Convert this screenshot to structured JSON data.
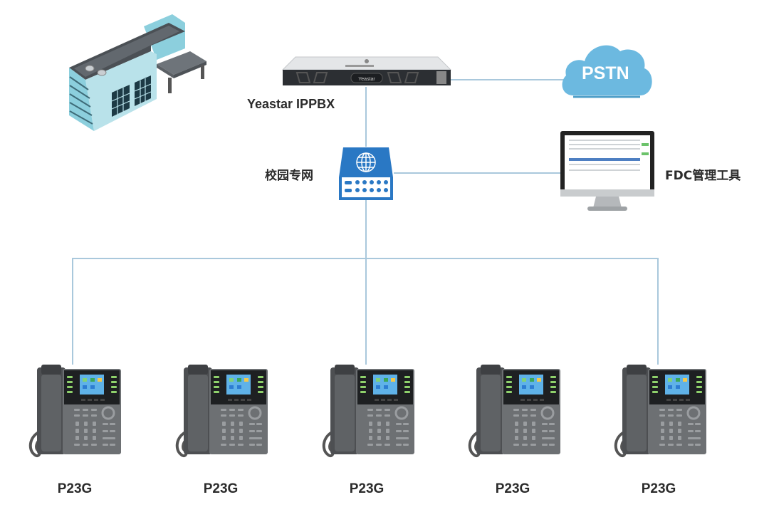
{
  "diagram": {
    "title": "",
    "nodes": {
      "building": {
        "label": ""
      },
      "pbx": {
        "label": "Yeastar IPPBX",
        "brand": "Yeastar"
      },
      "pstn": {
        "label": "PSTN"
      },
      "switch": {
        "label": "校园专网"
      },
      "monitor": {
        "label": "FDC管理工具"
      }
    },
    "phones": [
      {
        "label": "P23G"
      },
      {
        "label": "P23G"
      },
      {
        "label": "P23G"
      },
      {
        "label": "P23G"
      },
      {
        "label": "P23G"
      }
    ],
    "edges": [
      {
        "from": "pbx",
        "to": "pstn"
      },
      {
        "from": "pbx",
        "to": "switch"
      },
      {
        "from": "switch",
        "to": "monitor"
      },
      {
        "from": "switch",
        "to": "phone-bus"
      },
      {
        "from": "phone-bus",
        "to": "phone-1"
      },
      {
        "from": "phone-bus",
        "to": "phone-3"
      },
      {
        "from": "phone-bus",
        "to": "phone-5"
      }
    ],
    "colors": {
      "line": "#a9c8dc",
      "cloud": "#6cb9e0",
      "switch": "#2a78c4",
      "text": "#2b2b2b"
    }
  }
}
